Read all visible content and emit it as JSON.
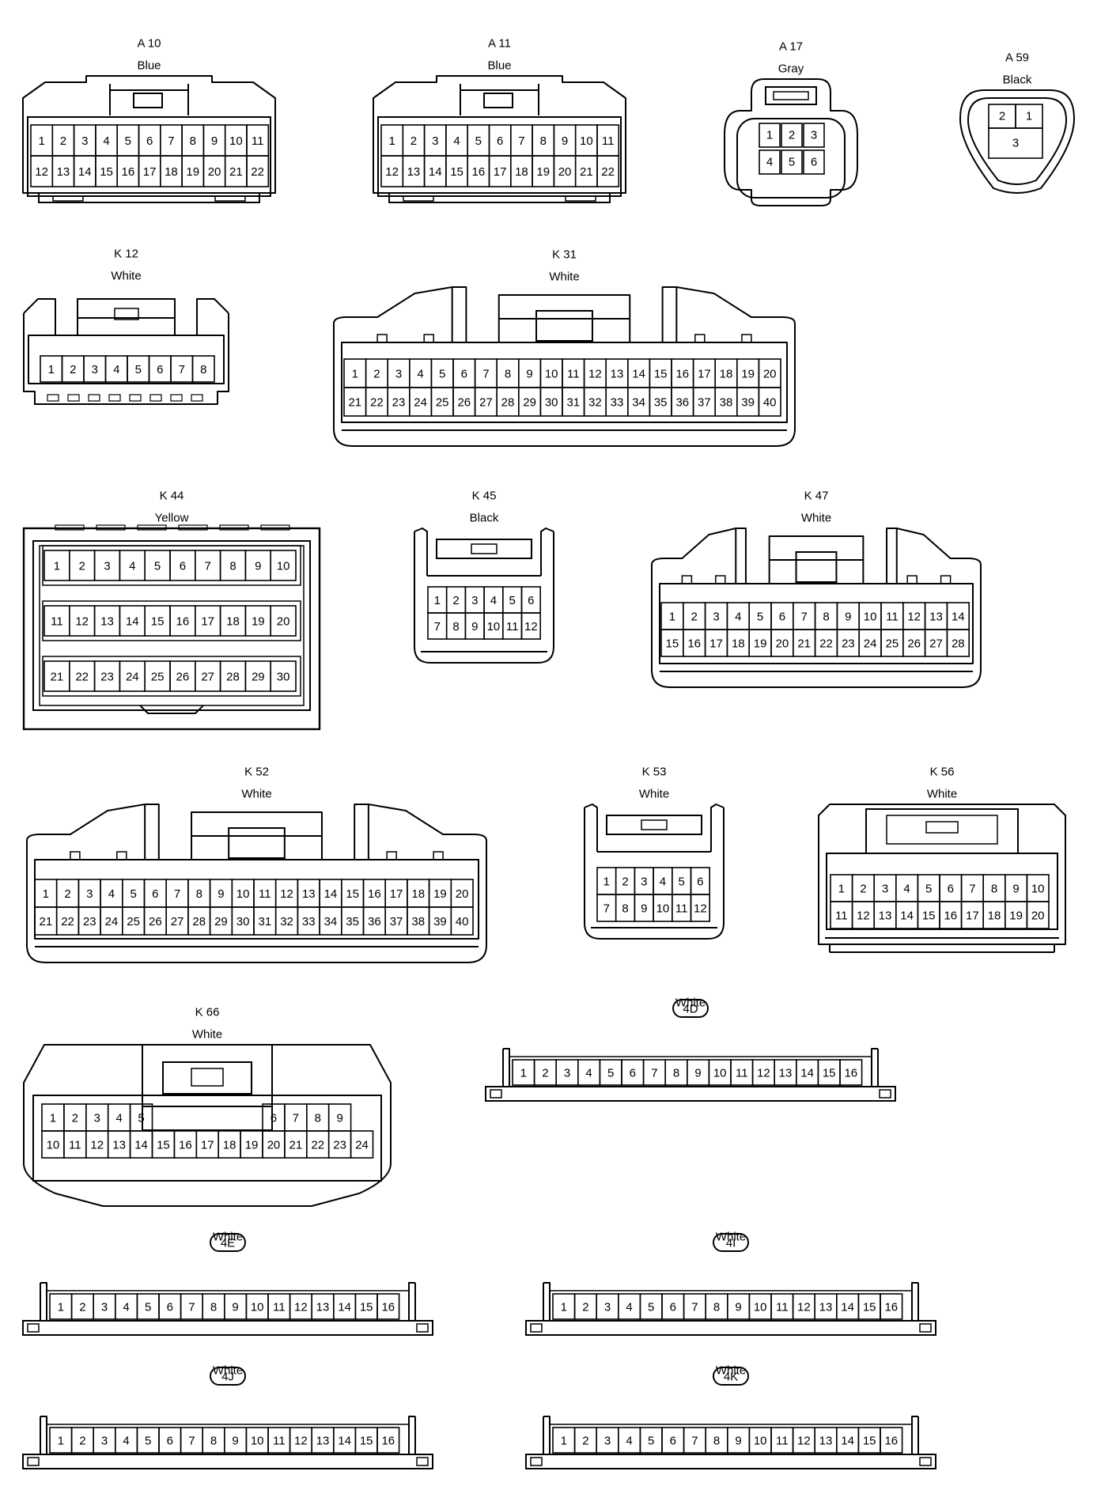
{
  "connectors": [
    {
      "id": "A10",
      "label": "A 10",
      "color": "Blue",
      "shape": "A",
      "rows": [
        [
          "1",
          "2",
          "3",
          "4",
          "5",
          "6",
          "7",
          "8",
          "9",
          "10",
          "11"
        ],
        [
          "12",
          "13",
          "14",
          "15",
          "16",
          "17",
          "18",
          "19",
          "20",
          "21",
          "22"
        ]
      ]
    },
    {
      "id": "A11",
      "label": "A 11",
      "color": "Blue",
      "shape": "A",
      "rows": [
        [
          "1",
          "2",
          "3",
          "4",
          "5",
          "6",
          "7",
          "8",
          "9",
          "10",
          "11"
        ],
        [
          "12",
          "13",
          "14",
          "15",
          "16",
          "17",
          "18",
          "19",
          "20",
          "21",
          "22"
        ]
      ]
    },
    {
      "id": "A17",
      "label": "A 17",
      "color": "Gray",
      "shape": "round6",
      "rows": [
        [
          "1",
          "2",
          "3"
        ],
        [
          "4",
          "5",
          "6"
        ]
      ]
    },
    {
      "id": "A59",
      "label": "A 59",
      "color": "Black",
      "shape": "tri3",
      "rows": [
        [
          "2",
          "1"
        ],
        [
          "3"
        ]
      ]
    },
    {
      "id": "K12",
      "label": "K 12",
      "color": "White",
      "shape": "K12",
      "rows": [
        [
          "1",
          "2",
          "3",
          "4",
          "5",
          "6",
          "7",
          "8"
        ]
      ]
    },
    {
      "id": "K31",
      "label": "K 31",
      "color": "White",
      "shape": "big",
      "rows": [
        [
          "1",
          "2",
          "3",
          "4",
          "5",
          "6",
          "7",
          "8",
          "9",
          "10",
          "11",
          "12",
          "13",
          "14",
          "15",
          "16",
          "17",
          "18",
          "19",
          "20"
        ],
        [
          "21",
          "22",
          "23",
          "24",
          "25",
          "26",
          "27",
          "28",
          "29",
          "30",
          "31",
          "32",
          "33",
          "34",
          "35",
          "36",
          "37",
          "38",
          "39",
          "40"
        ]
      ]
    },
    {
      "id": "K44",
      "label": "K 44",
      "color": "Yellow",
      "shape": "K44",
      "rows": [
        [
          "1",
          "2",
          "3",
          "4",
          "5",
          "6",
          "7",
          "8",
          "9",
          "10"
        ],
        [
          "11",
          "12",
          "13",
          "14",
          "15",
          "16",
          "17",
          "18",
          "19",
          "20"
        ],
        [
          "21",
          "22",
          "23",
          "24",
          "25",
          "26",
          "27",
          "28",
          "29",
          "30"
        ]
      ]
    },
    {
      "id": "K45",
      "label": "K 45",
      "color": "Black",
      "shape": "small",
      "rows": [
        [
          "1",
          "2",
          "3",
          "4",
          "5",
          "6"
        ],
        [
          "7",
          "8",
          "9",
          "10",
          "11",
          "12"
        ]
      ]
    },
    {
      "id": "K47",
      "label": "K 47",
      "color": "White",
      "shape": "big",
      "rows": [
        [
          "1",
          "2",
          "3",
          "4",
          "5",
          "6",
          "7",
          "8",
          "9",
          "10",
          "11",
          "12",
          "13",
          "14"
        ],
        [
          "15",
          "16",
          "17",
          "18",
          "19",
          "20",
          "21",
          "22",
          "23",
          "24",
          "25",
          "26",
          "27",
          "28"
        ]
      ]
    },
    {
      "id": "K52",
      "label": "K 52",
      "color": "White",
      "shape": "big",
      "rows": [
        [
          "1",
          "2",
          "3",
          "4",
          "5",
          "6",
          "7",
          "8",
          "9",
          "10",
          "11",
          "12",
          "13",
          "14",
          "15",
          "16",
          "17",
          "18",
          "19",
          "20"
        ],
        [
          "21",
          "22",
          "23",
          "24",
          "25",
          "26",
          "27",
          "28",
          "29",
          "30",
          "31",
          "32",
          "33",
          "34",
          "35",
          "36",
          "37",
          "38",
          "39",
          "40"
        ]
      ]
    },
    {
      "id": "K53",
      "label": "K 53",
      "color": "White",
      "shape": "small",
      "rows": [
        [
          "1",
          "2",
          "3",
          "4",
          "5",
          "6"
        ],
        [
          "7",
          "8",
          "9",
          "10",
          "11",
          "12"
        ]
      ]
    },
    {
      "id": "K56",
      "label": "K 56",
      "color": "White",
      "shape": "K56",
      "rows": [
        [
          "1",
          "2",
          "3",
          "4",
          "5",
          "6",
          "7",
          "8",
          "9",
          "10"
        ],
        [
          "11",
          "12",
          "13",
          "14",
          "15",
          "16",
          "17",
          "18",
          "19",
          "20"
        ]
      ]
    },
    {
      "id": "K66",
      "label": "K 66",
      "color": "White",
      "shape": "K66",
      "rows": [
        [
          "1",
          "2",
          "3",
          "4",
          "5",
          "",
          "",
          "",
          "",
          "",
          "6",
          "7",
          "8",
          "9"
        ],
        [
          "10",
          "11",
          "12",
          "13",
          "14",
          "15",
          "16",
          "17",
          "18",
          "19",
          "20",
          "21",
          "22",
          "23",
          "24"
        ]
      ]
    },
    {
      "id": "4D",
      "label": "4D",
      "color": "White",
      "shape": "strip",
      "badge": true,
      "rows": [
        [
          "1",
          "2",
          "3",
          "4",
          "5",
          "6",
          "7",
          "8",
          "9",
          "10",
          "11",
          "12",
          "13",
          "14",
          "15",
          "16"
        ]
      ]
    },
    {
      "id": "4E",
      "label": "4E",
      "color": "White",
      "shape": "strip",
      "badge": true,
      "rows": [
        [
          "1",
          "2",
          "3",
          "4",
          "5",
          "6",
          "7",
          "8",
          "9",
          "10",
          "11",
          "12",
          "13",
          "14",
          "15",
          "16"
        ]
      ]
    },
    {
      "id": "4I",
      "label": "4I",
      "color": "White",
      "shape": "strip",
      "badge": true,
      "rows": [
        [
          "1",
          "2",
          "3",
          "4",
          "5",
          "6",
          "7",
          "8",
          "9",
          "10",
          "11",
          "12",
          "13",
          "14",
          "15",
          "16"
        ]
      ]
    },
    {
      "id": "4J",
      "label": "4J",
      "color": "White",
      "shape": "strip",
      "badge": true,
      "rows": [
        [
          "1",
          "2",
          "3",
          "4",
          "5",
          "6",
          "7",
          "8",
          "9",
          "10",
          "11",
          "12",
          "13",
          "14",
          "15",
          "16"
        ]
      ]
    },
    {
      "id": "4K",
      "label": "4K",
      "color": "White",
      "shape": "strip",
      "badge": true,
      "rows": [
        [
          "1",
          "2",
          "3",
          "4",
          "5",
          "6",
          "7",
          "8",
          "9",
          "10",
          "11",
          "12",
          "13",
          "14",
          "15",
          "16"
        ]
      ]
    }
  ]
}
